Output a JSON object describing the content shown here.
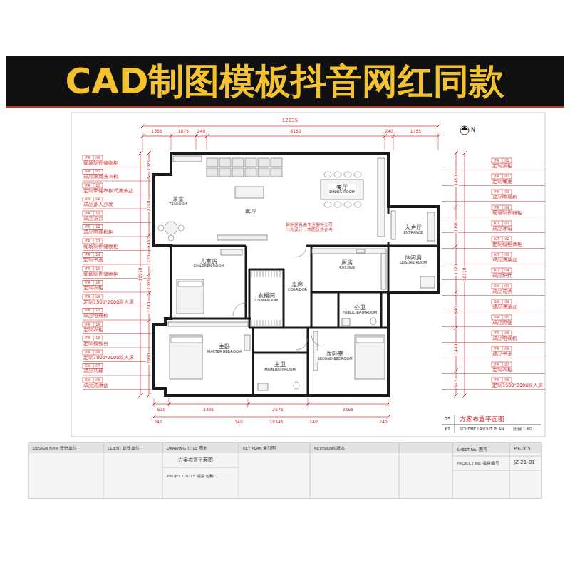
{
  "diagram": {
    "title": "CAD制图模板抖音网红同款",
    "nodes": [
      {
        "text": [
          "茶室",
          "TEAROOM"
        ]
      },
      {
        "text": [
          "客厅"
        ]
      },
      {
        "text": [
          "餐厅",
          "DINING ROOM"
        ]
      },
      {
        "text": [
          "儿童房",
          "CHILDREN ROOM"
        ]
      },
      {
        "text": [
          "衣帽间",
          "CLOAKROOM"
        ]
      },
      {
        "text": [
          "走廊",
          "CORRIDOR"
        ]
      },
      {
        "text": [
          "厨房",
          "KITCHEN"
        ]
      },
      {
        "text": [
          "入户厅",
          "ENTRANCE"
        ]
      },
      {
        "text": [
          "休闲房",
          "LEISURE ROOM"
        ]
      },
      {
        "text": [
          "公卫",
          "PUBLIC BATHROOM"
        ]
      },
      {
        "text": [
          "主卧",
          "MASTER BEDROOM"
        ]
      },
      {
        "text": [
          "主卫",
          "MAIN BATHROOM"
        ]
      },
      {
        "text": [
          "次卧室",
          "SECOND BEDROOM"
        ]
      }
    ],
    "labels": [
      "12835",
      "1365",
      "1075",
      "240",
      "8160",
      "240",
      "1755",
      "N",
      "FR",
      "09",
      "现场制作储物柜",
      "SW",
      "01",
      "成品滚筒洗衣机",
      "FR",
      "10",
      "定制带储衣板式洗漱盆",
      "SW",
      "02",
      "成品多人沙发",
      "FR",
      "11",
      "成品茶台",
      "FR",
      "12",
      "成品电视机柜",
      "FR",
      "13",
      "现场制作储物柜",
      "FR",
      "14",
      "定制书桌",
      "FR",
      "15",
      "现场制作储物柜",
      "FR",
      "16",
      "定制衣柜",
      "FR",
      "08",
      "定制1500*2000双人床",
      "FR",
      "17",
      "成品电视机",
      "FR",
      "16",
      "定制衣柜",
      "FR",
      "18",
      "定制梳妆台",
      "FR",
      "08",
      "定制1800*2000双人床",
      "SW",
      "07",
      "成品马桶",
      "SW",
      "08",
      "成品洗漱盆",
      "1075",
      "2240",
      "460",
      "1220",
      "1035",
      "1240",
      "2960",
      "10970",
      "FR",
      "01",
      "定制酒柜",
      "FR",
      "02",
      "定制餐桌",
      "FR",
      "03",
      "成品电视机",
      "FR",
      "04",
      "现场制作鞋柜",
      "KIT",
      "01",
      "成品冰箱",
      "KIT",
      "02",
      "定制橱柜体柜",
      "KIT",
      "03",
      "成品洗菜盆",
      "KIT",
      "04",
      "成品炉灶",
      "SW",
      "03",
      "成品花洒",
      "SW",
      "04",
      "成品洗漱盆",
      "SW",
      "05",
      "成品蹲便",
      "FR",
      "05",
      "成品电视机",
      "FR",
      "06",
      "成品书桌",
      "FR",
      "07",
      "定制衣柜",
      "FR",
      "08",
      "定制1500*2000双人床",
      "1450",
      "1790",
      "1370",
      "840",
      "1460",
      "945",
      "10370",
      "630",
      "3395",
      "2675",
      "3165",
      "240",
      "140",
      "10345",
      "140",
      "240",
      "厨柜家具由专业橱柜公司 二次设计，本图仅供参考",
      "05",
      "PT",
      "方案布置平面图",
      "SCHEME LAYOUT PLAN",
      "比例 1:60",
      "DESIGN FIRM 设计单位",
      "CLIENT 建设单位",
      "DRAWING TITLE 图名",
      "方案布置平面图",
      "PROJECT TITLE 项目名称",
      "KEY PLAN 索引图",
      "REVISIONS 版本",
      "SHEET No. 图号",
      "PT-005",
      "PROJECT No. 项目编号",
      "JZ-21-01"
    ]
  }
}
